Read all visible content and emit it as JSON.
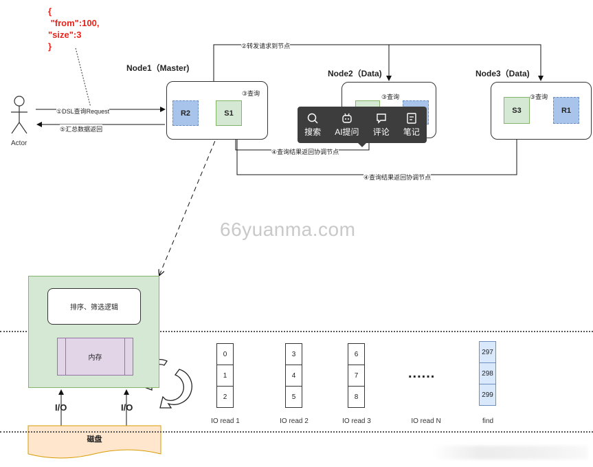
{
  "dsl_snippet": "{\n \"from\":100,\n\"size\":3\n}",
  "actor": {
    "label": "Actor"
  },
  "nodes": [
    {
      "title": "Node1（Master)",
      "shards": [
        "R2",
        "S1"
      ]
    },
    {
      "title": "Node2（Data)",
      "shards": []
    },
    {
      "title": "Node3（Data)",
      "shards": [
        "S3",
        "R1"
      ]
    }
  ],
  "flow_labels": {
    "request": "①DSL查询Request",
    "forward": "②转发请求到节点",
    "query": "③查询",
    "return_result": "④查询结果返回协调节点",
    "aggregate": "⑤汇总数据返回"
  },
  "toolbar": {
    "items": [
      {
        "label": "搜索",
        "icon": "search-icon"
      },
      {
        "label": "AI提问",
        "icon": "ai-icon"
      },
      {
        "label": "评论",
        "icon": "comment-icon"
      },
      {
        "label": "笔记",
        "icon": "note-icon"
      }
    ]
  },
  "watermark": "66yuanma.com",
  "detail": {
    "logic_label": "排序、筛选逻辑",
    "memory_label": "内存",
    "io_label": "I/O",
    "disk_label": "磁盘"
  },
  "io_reads": [
    {
      "label": "IO read 1",
      "cells": [
        "0",
        "1",
        "2"
      ]
    },
    {
      "label": "IO read 2",
      "cells": [
        "3",
        "4",
        "5"
      ]
    },
    {
      "label": "IO read 3",
      "cells": [
        "6",
        "7",
        "8"
      ]
    },
    {
      "label": "IO read N",
      "cells": []
    },
    {
      "label": "find",
      "cells": [
        "297",
        "298",
        "299"
      ]
    }
  ],
  "ellipsis": "......",
  "colors": {
    "primary_shard": "#d5e8d4",
    "replica_shard": "#a9c4eb",
    "memory": "#e1d5e7",
    "disk": "#ffe6cc",
    "highlight": "#e8231b"
  }
}
